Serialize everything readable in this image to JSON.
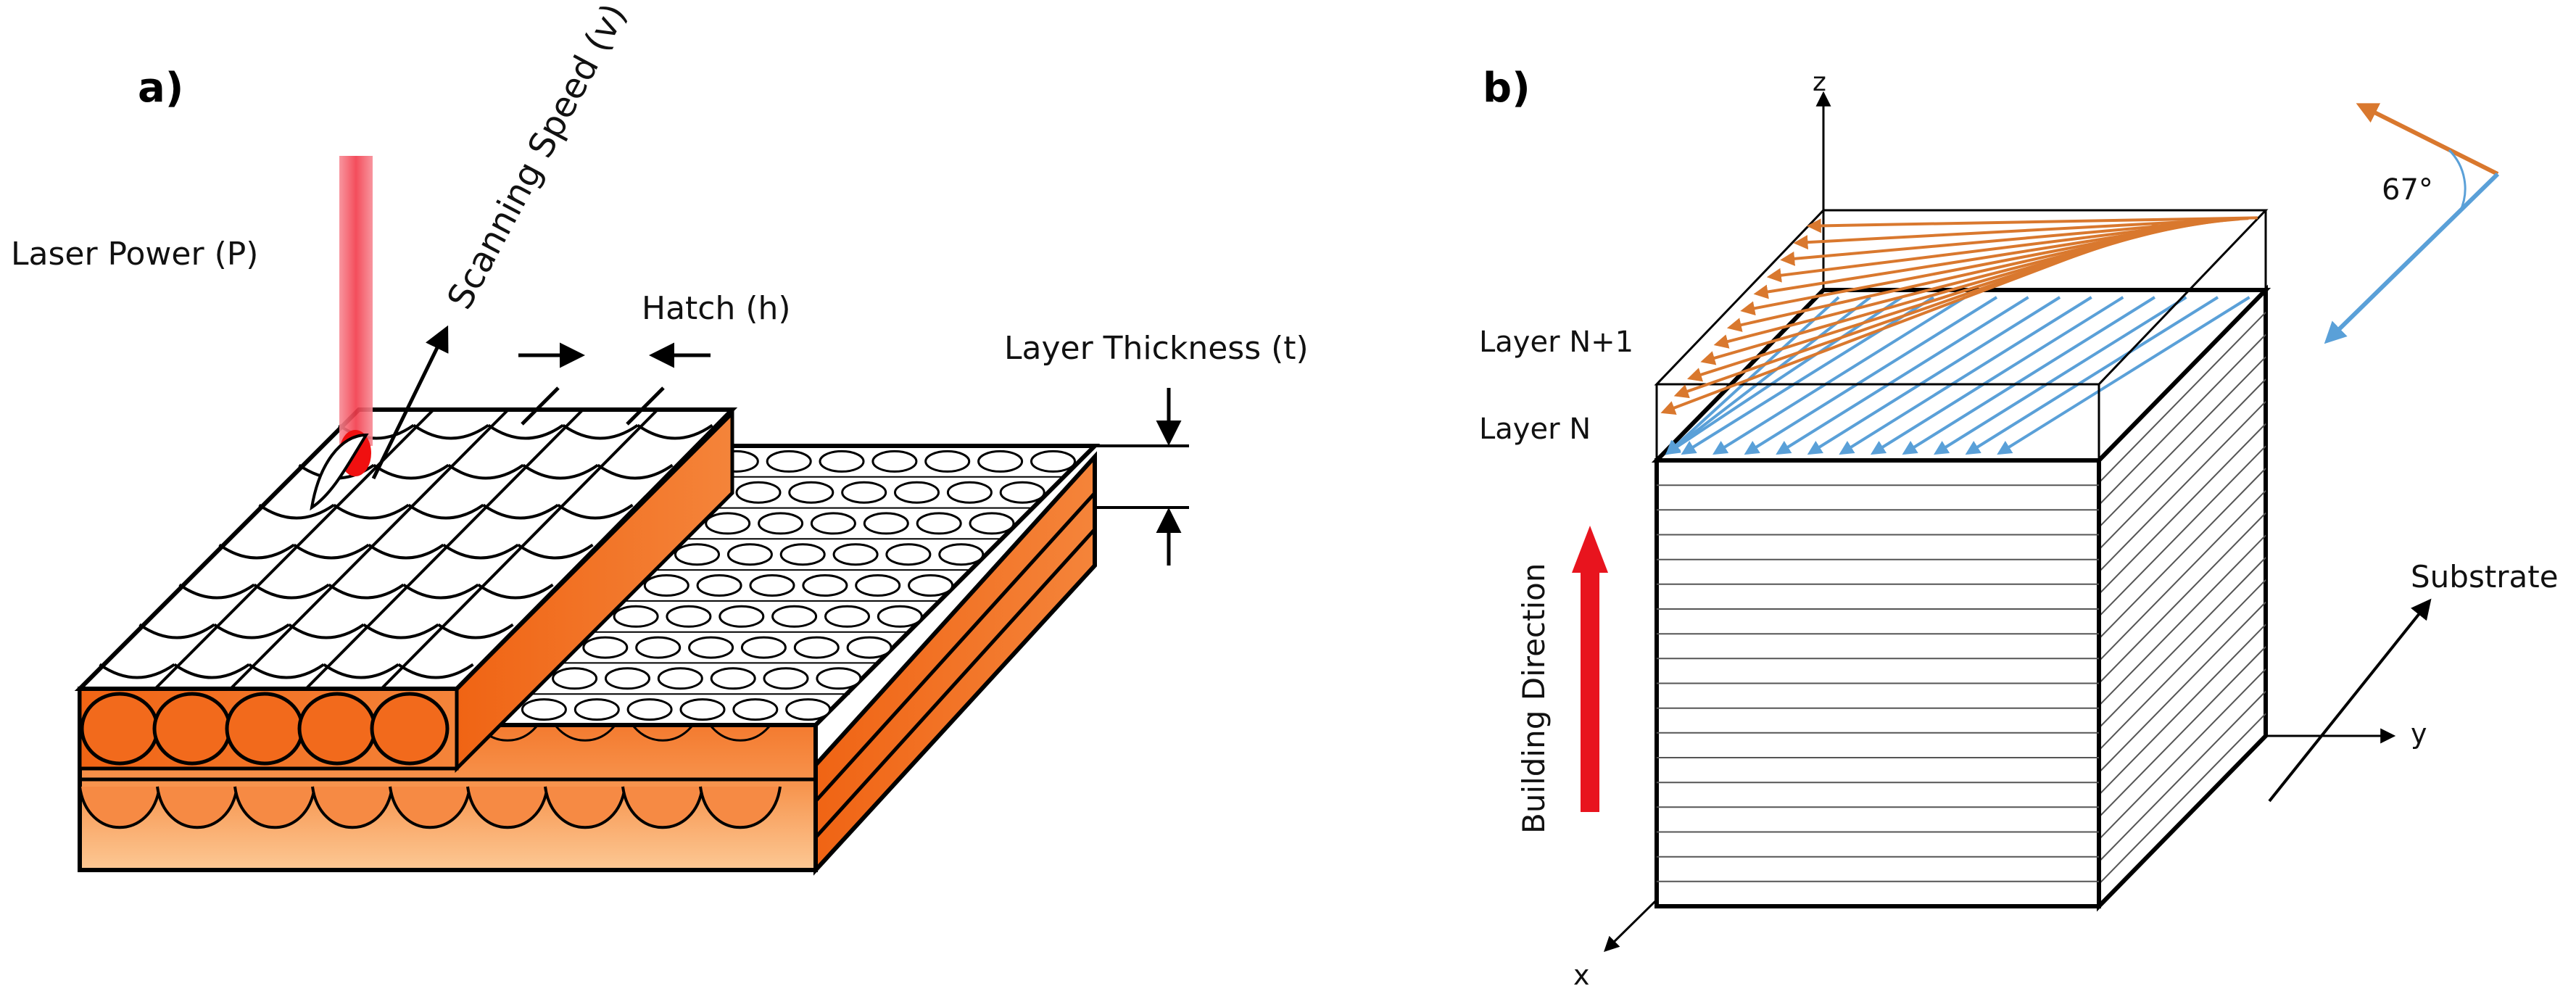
{
  "panel_a": {
    "label": "a)",
    "laser_power": "Laser Power (P)",
    "scanning_speed": "Scanning Speed (v)",
    "hatch": "Hatch (h)",
    "layer_thickness": "Layer Thickness (t)"
  },
  "panel_b": {
    "label": "b)",
    "axis_z": "z",
    "axis_y": "y",
    "axis_x": "x",
    "layer_n1": "Layer N+1",
    "layer_n": "Layer N",
    "building_direction": "Building Direction",
    "substrate": "Substrate",
    "angle": "67°"
  },
  "colors": {
    "orange_dark": "#f06414",
    "orange_mid": "#f79a55",
    "orange_light": "#fcc690",
    "laser": "#f23a4a",
    "scan_orange": "#d9782e",
    "scan_blue": "#5aa0d8",
    "arrow_red": "#e8141e"
  }
}
